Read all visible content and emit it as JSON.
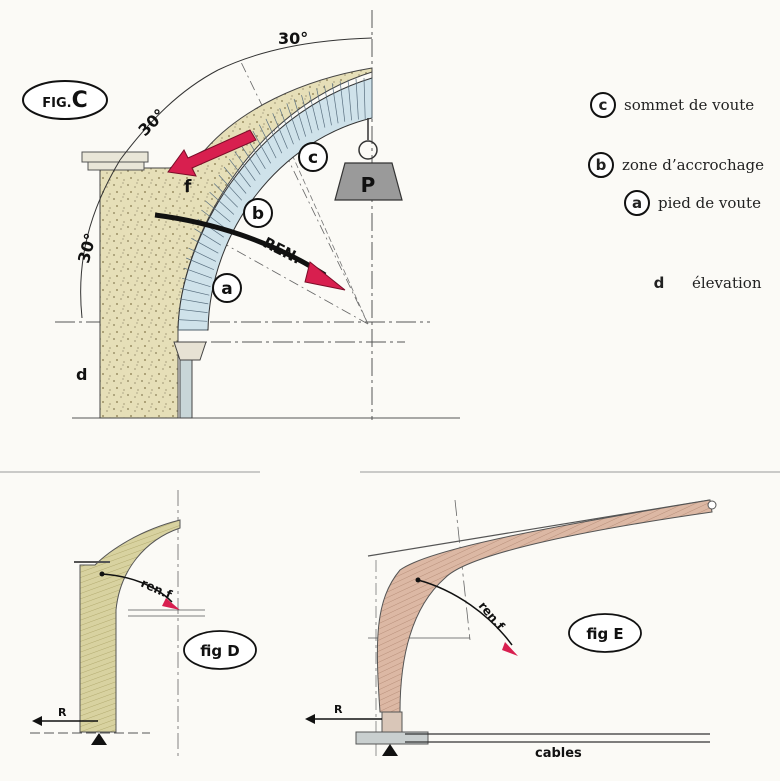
{
  "figures": {
    "fig_c": {
      "badge_prefix": "FIG.",
      "badge_letter": "C",
      "angle_top": "30°",
      "angle_mid": "30°",
      "angle_left": "30°",
      "label_c": "c",
      "label_b": "b",
      "label_a": "a",
      "label_f": "f",
      "label_p": "P",
      "label_d": "d",
      "arrow_text": "REN."
    },
    "fig_d": {
      "badge": "fig D",
      "arrow_text": "ren.f",
      "reaction": "R"
    },
    "fig_e": {
      "badge": "fig E",
      "arrow_text": "ren.f",
      "reaction": "R",
      "cables": "cables"
    }
  },
  "legend": [
    {
      "letter": "c",
      "text": "sommet de voute",
      "circled": true
    },
    {
      "letter": "b",
      "text": "zone d’accrochage",
      "circled": true
    },
    {
      "letter": "a",
      "text": "pied de voute",
      "circled": true
    },
    {
      "letter": "d",
      "text": "élevation",
      "circled": false
    }
  ],
  "colors": {
    "stone": "#e6dfb8",
    "voussoir": "#cfe2ea",
    "arrow_red": "#d81f4f",
    "fig_d_fill": "#d8d2a0",
    "fig_e_fill": "#dcb8a4",
    "weight": "#9a9a9a"
  }
}
